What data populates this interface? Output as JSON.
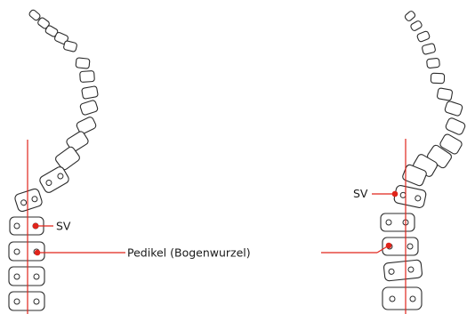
{
  "labels": {
    "sv_left": "SV",
    "sv_right": "SV",
    "pedicle": "Pedikel (Bogenwurzel)"
  },
  "colors": {
    "accent_red": "#e0241b",
    "outline": "#2b2b2b"
  }
}
